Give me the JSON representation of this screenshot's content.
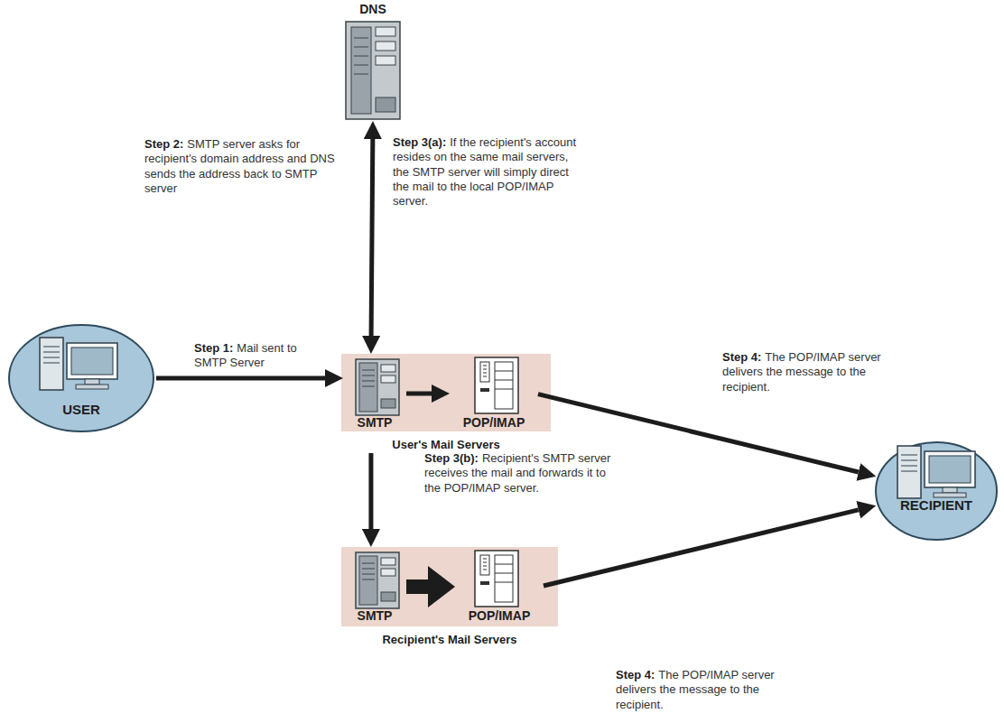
{
  "diagram": {
    "nodes": [
      {
        "text": [
          "DNS"
        ]
      },
      {
        "text": [
          "USER"
        ]
      },
      {
        "text": [
          "User's Mail Servers"
        ]
      },
      {
        "text": [
          "SMTP"
        ],
        "in": 2
      },
      {
        "text": [
          "POP/IMAP"
        ],
        "in": 2
      },
      {
        "text": [
          "RECIPIENT"
        ]
      },
      {
        "text": [
          "Recipient's Mail Servers"
        ]
      },
      {
        "text": [
          "SMTP"
        ],
        "in": 6
      },
      {
        "text": [
          "POP/IMAP"
        ],
        "in": 6
      }
    ],
    "edges": [
      {
        "from": 2,
        "to": 0,
        "arrow": "both"
      },
      {
        "from": 1,
        "to": 3,
        "arrow": "to"
      },
      {
        "from": 3,
        "to": 4,
        "arrow": "to"
      },
      {
        "from": 4,
        "to": 5,
        "arrow": "to"
      },
      {
        "from": 2,
        "to": 6,
        "arrow": "to"
      },
      {
        "from": 7,
        "to": 8,
        "arrow": "to"
      },
      {
        "from": 8,
        "to": 5,
        "arrow": "to"
      }
    ],
    "labels": [
      "Step 2:",
      "SMTP server asks for recipient's domain address and DNS sends the address back to SMTP server",
      "Step 3(a):",
      "If the recipient's account resides on the same mail servers, the SMTP server will simply direct the mail to the local POP/IMAP server.",
      "Step 1:",
      "Mail sent to SMTP Server",
      "Step 4:",
      "The POP/IMAP server delivers the message to the recipient.",
      "Step 3(b):",
      "Recipient's SMTP server receives the mail and forwards it to the POP/IMAP server.",
      "Step 4:",
      "The POP/IMAP server delivers the message to the recipient."
    ]
  }
}
